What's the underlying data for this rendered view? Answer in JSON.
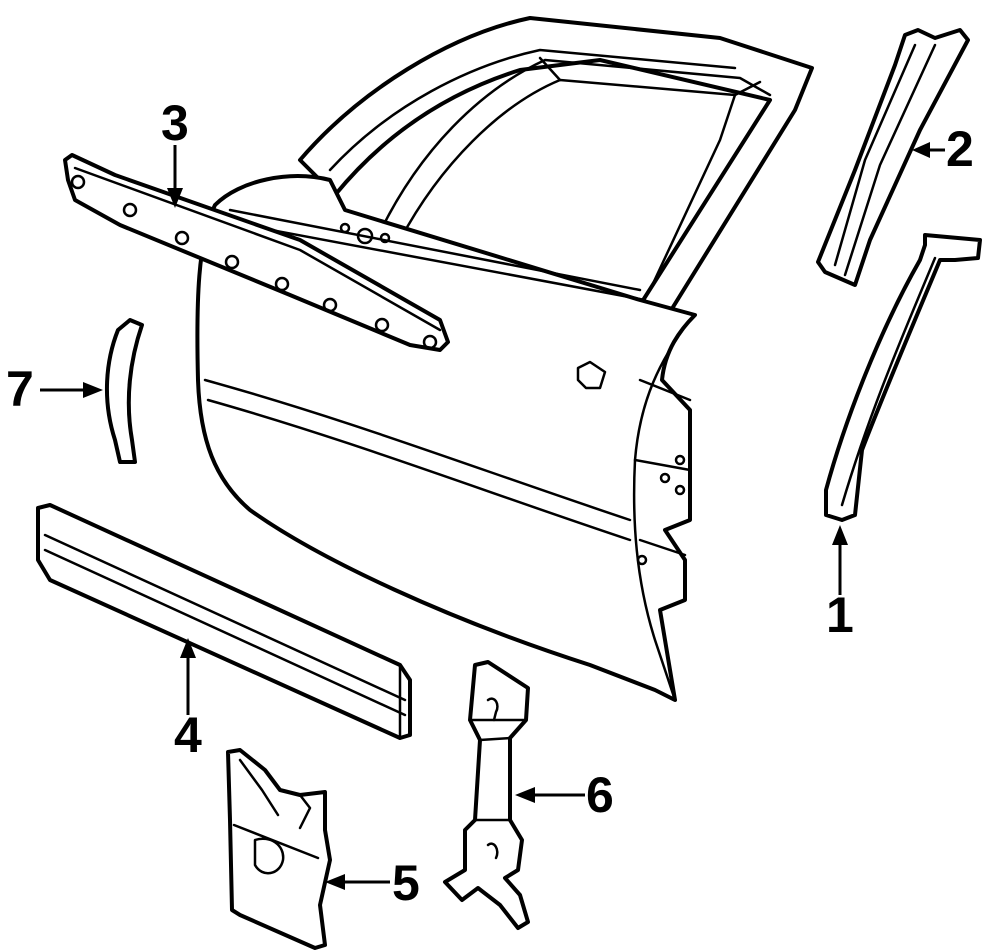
{
  "diagram": {
    "callouts": [
      {
        "id": "1",
        "label": "1"
      },
      {
        "id": "2",
        "label": "2"
      },
      {
        "id": "3",
        "label": "3"
      },
      {
        "id": "4",
        "label": "4"
      },
      {
        "id": "5",
        "label": "5"
      },
      {
        "id": "6",
        "label": "6"
      },
      {
        "id": "7",
        "label": "7"
      }
    ]
  },
  "colors": {
    "line": "#000000",
    "background": "#ffffff"
  }
}
